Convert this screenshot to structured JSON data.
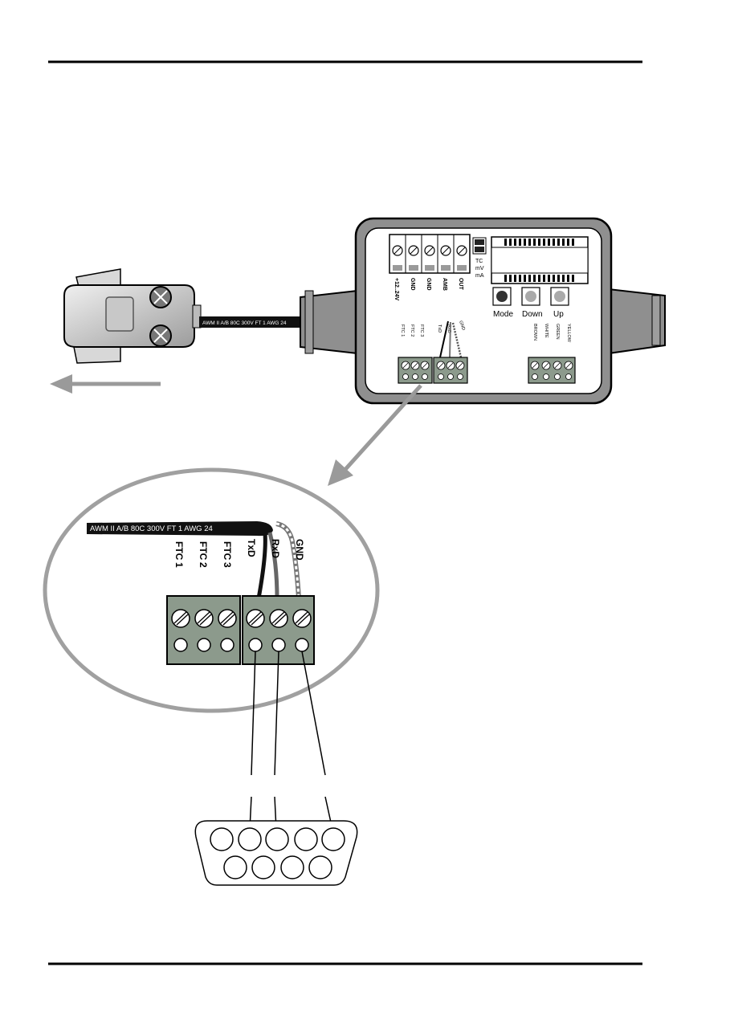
{
  "cable_print": "AWM II A/B 80C 300V FT 1 AWG 24",
  "device": {
    "power_terminals": [
      "+12..24V",
      "GND",
      "GND",
      "AMB",
      "OUT"
    ],
    "jumper_labels": [
      "TC",
      "mV",
      "mA"
    ],
    "buttons": [
      "Mode",
      "Down",
      "Up"
    ],
    "comm_terminals": [
      "FTC 1",
      "FTC 2",
      "FTC 3",
      "TxD",
      "RxD",
      "GND"
    ],
    "sensor_terminals": [
      "BROWN",
      "WHITE",
      "GREEN",
      "YELLOW"
    ]
  },
  "detail": {
    "terminals": [
      {
        "line1": "FTC",
        "line2": "1"
      },
      {
        "line1": "FTC",
        "line2": "2"
      },
      {
        "line1": "FTC",
        "line2": "3"
      },
      {
        "line1": "TxD",
        "line2": ""
      },
      {
        "line1": "RxD",
        "line2": ""
      },
      {
        "line1": "GND",
        "line2": ""
      }
    ]
  },
  "colors": {
    "rule": "#000000",
    "arrow": "#9a9a9a",
    "device_body": "#8f8f8f",
    "terminal_green": "#8c9a8c",
    "cable": "#111111"
  }
}
